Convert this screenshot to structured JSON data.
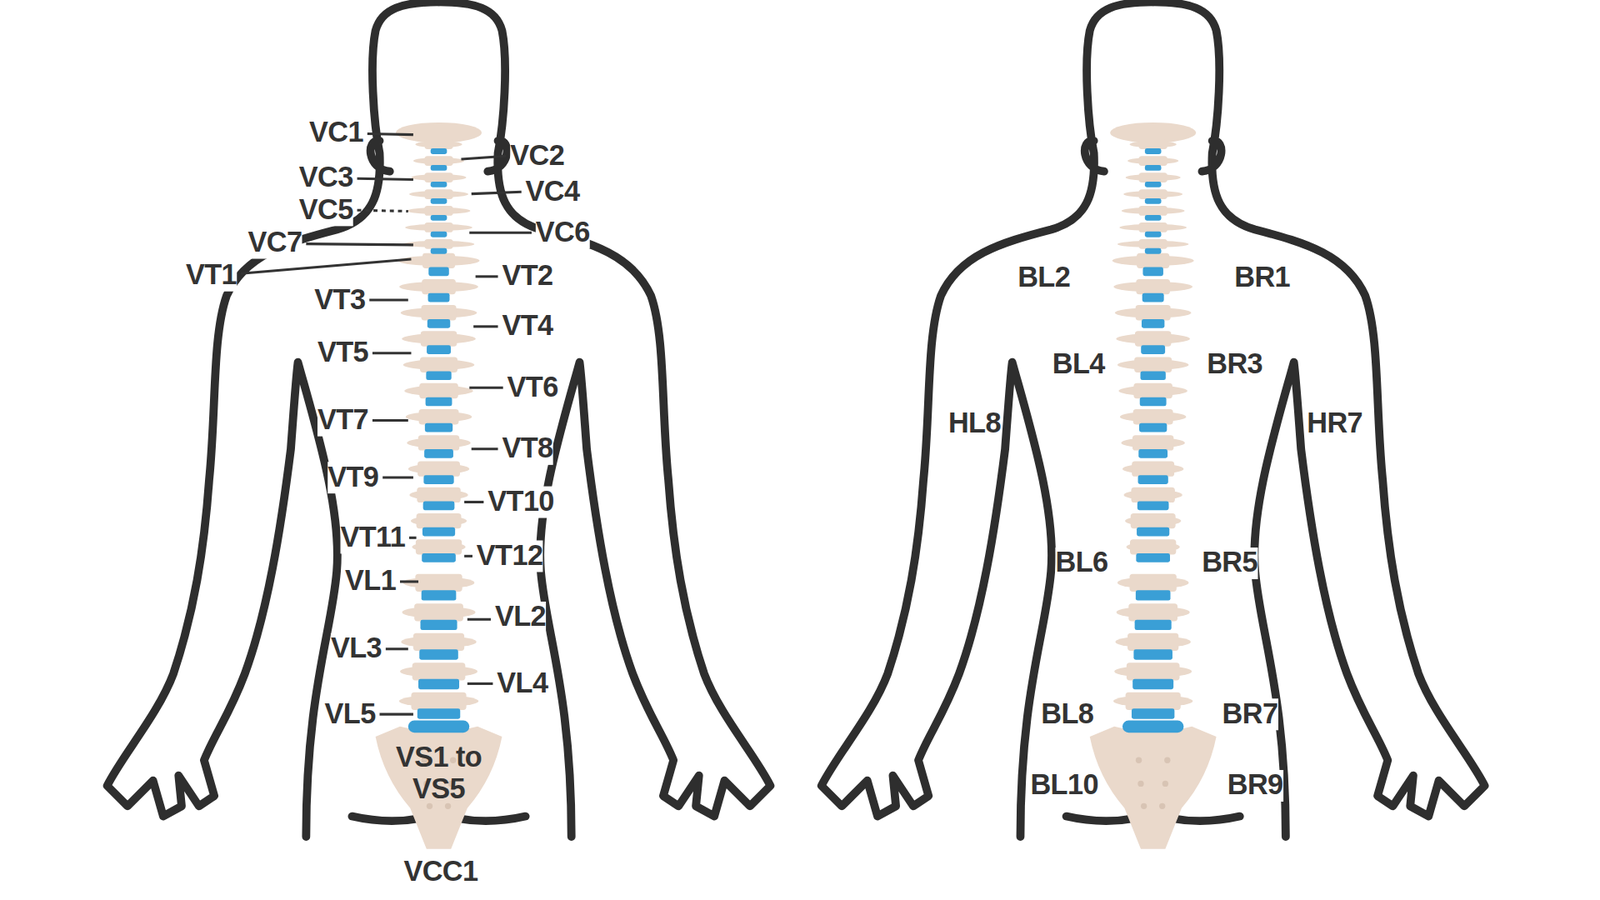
{
  "diagram": {
    "labels": [
      "VC1",
      "VC2",
      "VC3",
      "VC4",
      "VC5",
      "VC6",
      "VC7",
      "VT1",
      "VT2",
      "VT3",
      "VT4",
      "VT5",
      "VT6",
      "VT7",
      "VT8",
      "VT9",
      "VT10",
      "VT11",
      "VT12",
      "VL1",
      "VL2",
      "VL3",
      "VL4",
      "VL5",
      "VS1 to VS5",
      "VCC1",
      "BL2",
      "BR1",
      "BL4",
      "BR3",
      "HL8",
      "HR7",
      "BL6",
      "BR5",
      "BL8",
      "BR7",
      "BL10",
      "BR9"
    ]
  }
}
